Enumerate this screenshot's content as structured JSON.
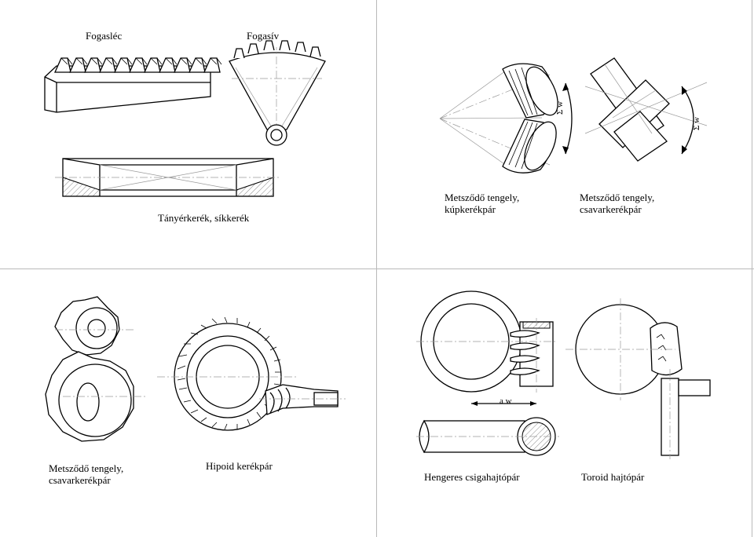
{
  "labels": {
    "fogasleс": "Fogasléc",
    "fogasiv": "Fogasív",
    "tanyerkerek": "Tányérkerék, síkkerék",
    "metszodo_kup_1": "Metsződő tengely,",
    "metszodo_kup_2": "kúpkerékpár",
    "metszodo_csavar_1": "Metsződő tengely,",
    "metszodo_csavar_2": "csavarkerékpár",
    "metszodo_csavar_b1": "Metsződő tengely,",
    "metszodo_csavar_b2": "csavarkerékpár",
    "hipoid": "Hipoid kerékpár",
    "hengeres": "Hengeres csigahajtópár",
    "toroid": "Toroid hajtópár"
  },
  "annotations": {
    "sigma_w_1": "Σ w",
    "sigma_w_2": "Σ w",
    "a_w": "a w"
  }
}
